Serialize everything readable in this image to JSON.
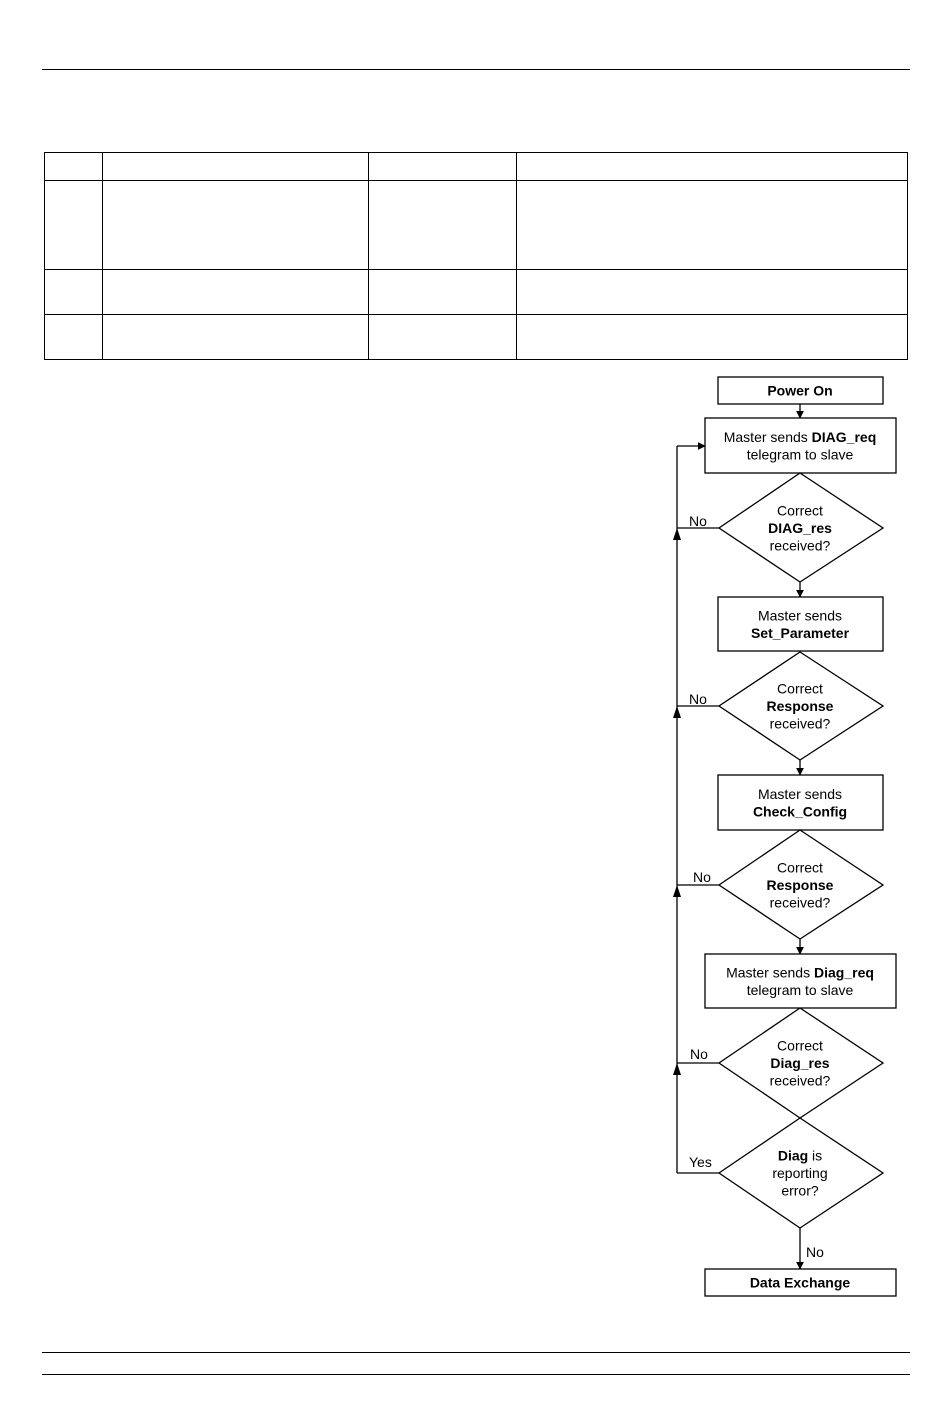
{
  "flowchart": {
    "nodes": {
      "power_on": {
        "lines": [
          [
            {
              "t": "Power On",
              "b": true
            }
          ]
        ]
      },
      "diag_req_1": {
        "lines": [
          [
            {
              "t": "Master sends ",
              "b": false
            },
            {
              "t": "DIAG_req",
              "b": true
            }
          ],
          [
            {
              "t": "telegram to slave",
              "b": false
            }
          ]
        ]
      },
      "dec_diag_res_1": {
        "lines": [
          [
            {
              "t": "Correct",
              "b": false
            }
          ],
          [
            {
              "t": "DIAG_res",
              "b": true
            }
          ],
          [
            {
              "t": "received?",
              "b": false
            }
          ]
        ]
      },
      "set_param": {
        "lines": [
          [
            {
              "t": "Master sends",
              "b": false
            }
          ],
          [
            {
              "t": "Set_Parameter",
              "b": true
            }
          ]
        ]
      },
      "dec_resp_1": {
        "lines": [
          [
            {
              "t": "Correct",
              "b": false
            }
          ],
          [
            {
              "t": "Response",
              "b": true
            }
          ],
          [
            {
              "t": "received?",
              "b": false
            }
          ]
        ]
      },
      "check_config": {
        "lines": [
          [
            {
              "t": "Master sends",
              "b": false
            }
          ],
          [
            {
              "t": "Check_Config",
              "b": true
            }
          ]
        ]
      },
      "dec_resp_2": {
        "lines": [
          [
            {
              "t": "Correct",
              "b": false
            }
          ],
          [
            {
              "t": "Response",
              "b": true
            }
          ],
          [
            {
              "t": "received?",
              "b": false
            }
          ]
        ]
      },
      "diag_req_2": {
        "lines": [
          [
            {
              "t": "Master sends ",
              "b": false
            },
            {
              "t": "Diag_req",
              "b": true
            }
          ],
          [
            {
              "t": "telegram to slave",
              "b": false
            }
          ]
        ]
      },
      "dec_diag_res_2": {
        "lines": [
          [
            {
              "t": "Correct",
              "b": false
            }
          ],
          [
            {
              "t": "Diag_res",
              "b": true
            }
          ],
          [
            {
              "t": "received?",
              "b": false
            }
          ]
        ]
      },
      "dec_diag_error": {
        "lines": [
          [
            {
              "t": "Diag",
              "b": true
            },
            {
              "t": " is",
              "b": false
            }
          ],
          [
            {
              "t": "reporting",
              "b": false
            }
          ],
          [
            {
              "t": "error?",
              "b": false
            }
          ]
        ]
      },
      "data_exchange": {
        "lines": [
          [
            {
              "t": "Data Exchange",
              "b": true
            }
          ]
        ]
      }
    },
    "edge_labels": {
      "no_1": "No",
      "no_2": "No",
      "no_3": "No",
      "no_4": "No",
      "yes_error": "Yes",
      "no_error": "No"
    }
  }
}
